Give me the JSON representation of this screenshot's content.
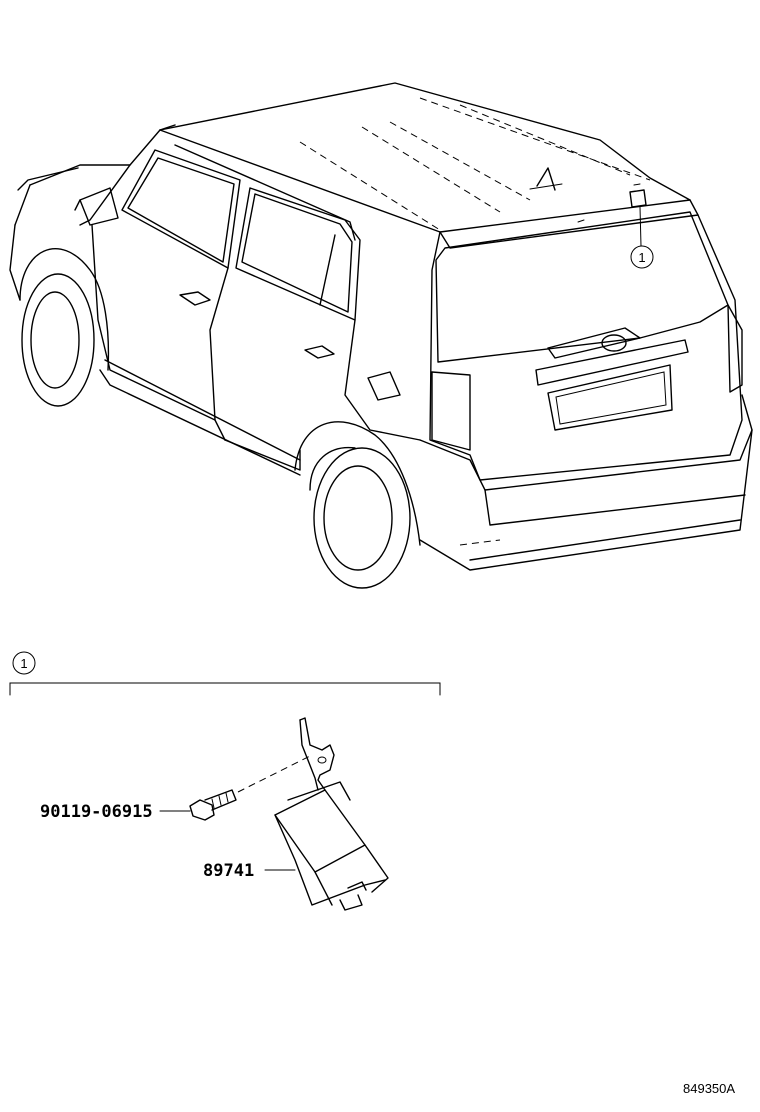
{
  "callouts": {
    "vehicle_ref": "1",
    "group_ref": "1"
  },
  "parts": [
    {
      "number": "90119-06915"
    },
    {
      "number": "89741"
    }
  ],
  "figure_code": "849350A"
}
